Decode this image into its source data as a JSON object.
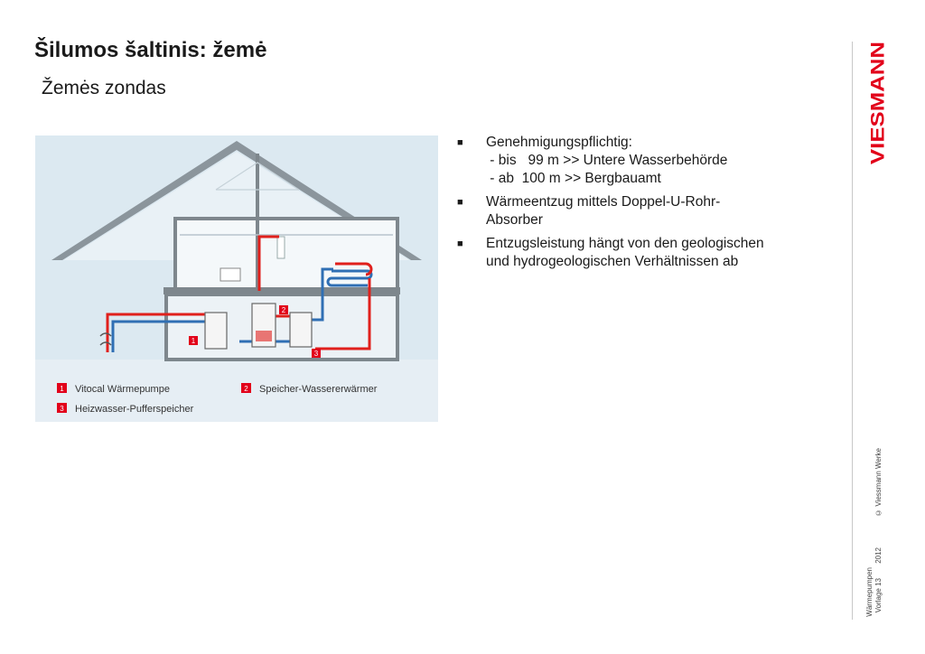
{
  "slide": {
    "title": "Šilumos šaltinis: žemė",
    "subtitle": "Žemės zondas"
  },
  "figure": {
    "legend": [
      {
        "num": "1",
        "label": "Vitocal Wärmepumpe"
      },
      {
        "num": "2",
        "label": "Speicher-Wassererwärmer"
      },
      {
        "num": "3",
        "label": "Heizwasser-Pufferspeicher"
      }
    ]
  },
  "bullets": [
    {
      "lines": [
        "Genehmigungspflichtig:",
        " - bis   99 m >> Untere Wasserbehörde",
        " - ab  100 m >> Bergbauamt"
      ]
    },
    {
      "lines": [
        "Wärmeentzug mittels Doppel-U-Rohr-",
        "Absorber"
      ]
    },
    {
      "lines": [
        "Entzugsleistung hängt von den geologischen",
        "und hydrogeologischen Verhältnissen ab"
      ]
    }
  ],
  "footer": {
    "copyright": "© Viessmann Werke",
    "topic": "Wärmepumpen",
    "slide_ref": "Vorlage 13",
    "year": "2012"
  },
  "logo": {
    "text": "VIESMANN"
  },
  "colors": {
    "accent": "#e2001a",
    "figure_bg": "#dbe8f0",
    "pipe_red": "#e0201c",
    "pipe_blue": "#2f6fb4"
  }
}
